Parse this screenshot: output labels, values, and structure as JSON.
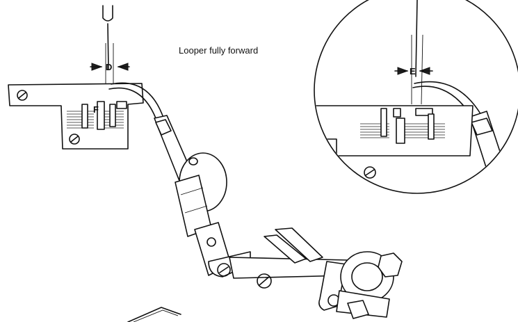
{
  "caption": "Looper fully forward",
  "labels": {
    "clearance_main": "D",
    "clearance_inset": "E",
    "plate_mark": "F"
  },
  "colors": {
    "ink": "#111111",
    "background": "#ffffff"
  },
  "icons": [
    "arrow-right-icon",
    "arrow-left-icon"
  ]
}
